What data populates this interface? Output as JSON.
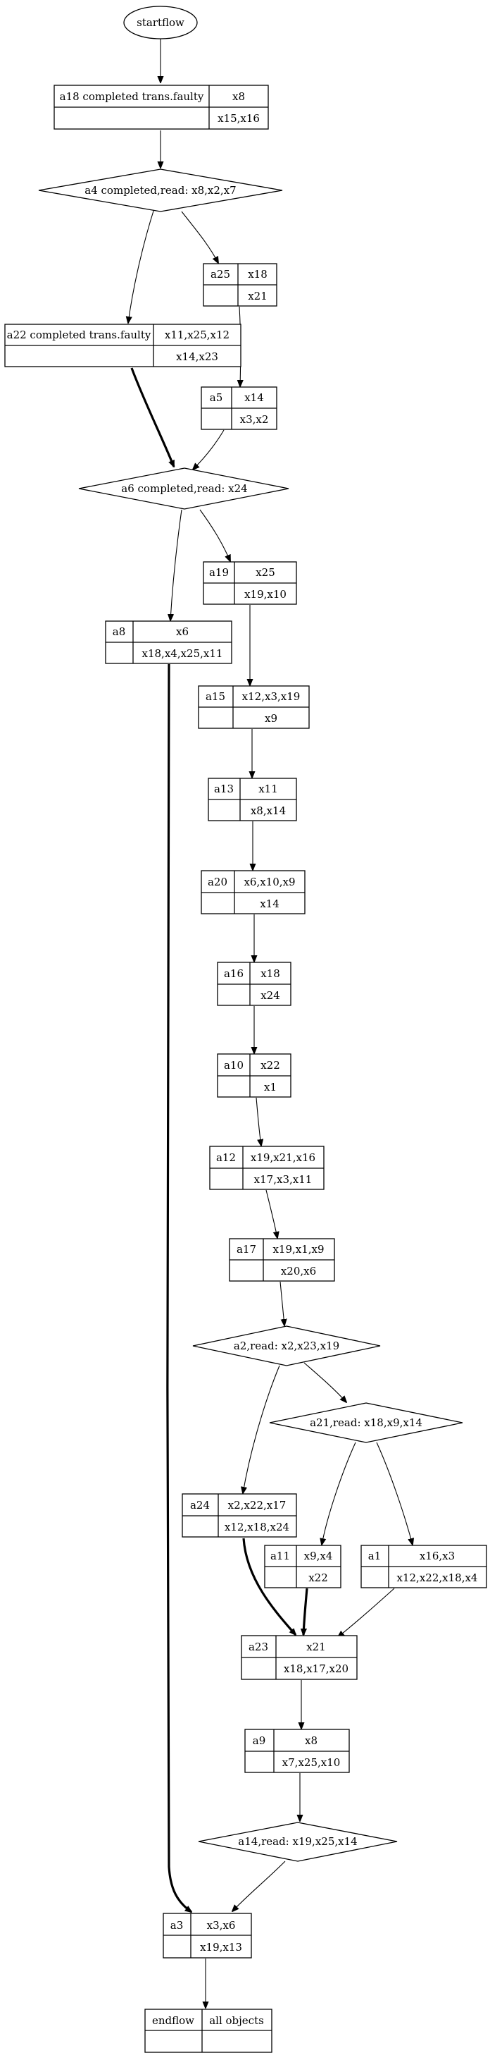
{
  "start": "startflow",
  "tasks": {
    "a18": {
      "name": "a18 completed trans.faulty",
      "out": "x8",
      "in": "x15,x16"
    },
    "a25": {
      "name": "a25",
      "out": "x18",
      "in": "x21"
    },
    "a22": {
      "name": "a22 completed trans.faulty",
      "out": "x11,x25,x12",
      "in": "x14,x23"
    },
    "a5": {
      "name": "a5",
      "out": "x14",
      "in": "x3,x2"
    },
    "a19": {
      "name": "a19",
      "out": "x25",
      "in": "x19,x10"
    },
    "a8": {
      "name": "a8",
      "out": "x6",
      "in": "x18,x4,x25,x11"
    },
    "a15": {
      "name": "a15",
      "out": "x12,x3,x19",
      "in": "x9"
    },
    "a13": {
      "name": "a13",
      "out": "x11",
      "in": "x8,x14"
    },
    "a20": {
      "name": "a20",
      "out": "x6,x10,x9",
      "in": "x14"
    },
    "a16": {
      "name": "a16",
      "out": "x18",
      "in": "x24"
    },
    "a10": {
      "name": "a10",
      "out": "x22",
      "in": "x1"
    },
    "a12": {
      "name": "a12",
      "out": "x19,x21,x16",
      "in": "x17,x3,x11"
    },
    "a17": {
      "name": "a17",
      "out": "x19,x1,x9",
      "in": "x20,x6"
    },
    "a24": {
      "name": "a24",
      "out": "x2,x22,x17",
      "in": "x12,x18,x24"
    },
    "a11": {
      "name": "a11",
      "out": "x9,x4",
      "in": "x22"
    },
    "a1": {
      "name": "a1",
      "out": "x16,x3",
      "in": "x12,x22,x18,x4"
    },
    "a23": {
      "name": "a23",
      "out": "x21",
      "in": "x18,x17,x20"
    },
    "a9": {
      "name": "a9",
      "out": "x8",
      "in": "x7,x25,x10"
    },
    "a3": {
      "name": "a3",
      "out": "x3,x6",
      "in": "x19,x13"
    }
  },
  "decisions": {
    "a4": "a4 completed,read: x8,x2,x7",
    "a6": "a6 completed,read: x24",
    "a2": "a2,read: x2,x23,x19",
    "a21": "a21,read: x18,x9,x14",
    "a14": "a14,read: x19,x25,x14"
  },
  "end": {
    "name": "endflow",
    "out": "all objects"
  }
}
